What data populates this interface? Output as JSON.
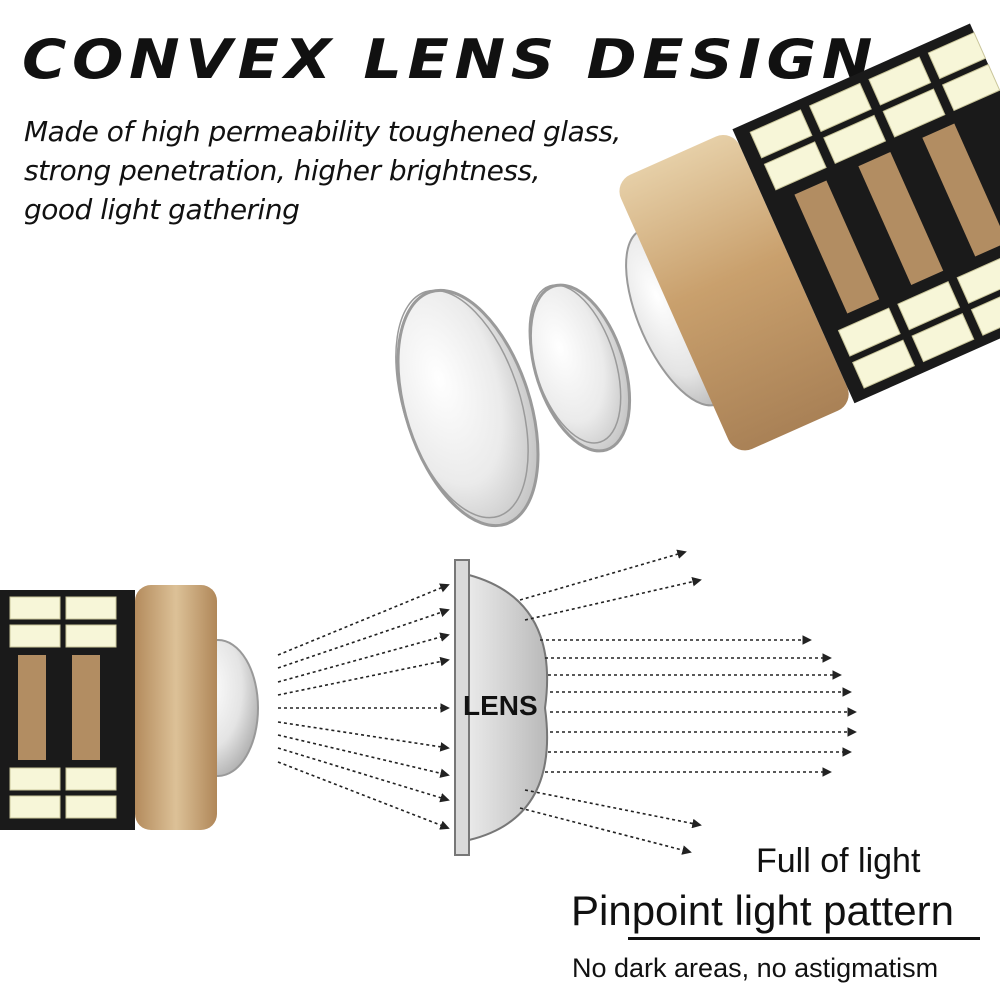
{
  "title": "CONVEX LENS DESIGN",
  "description": {
    "lines": [
      "Made of high permeability toughened glass,",
      "strong penetration, higher brightness,",
      "good light gathering"
    ]
  },
  "lens_label": "LENS",
  "tagline": {
    "small": "Full of light",
    "large": "Pinpoint light pattern",
    "footer": "No dark areas, no astigmatism"
  },
  "colors": {
    "gold": "#caa575",
    "led": "#f7f6d8",
    "pcb": "#1a1a1a",
    "arrow": "#222222"
  }
}
